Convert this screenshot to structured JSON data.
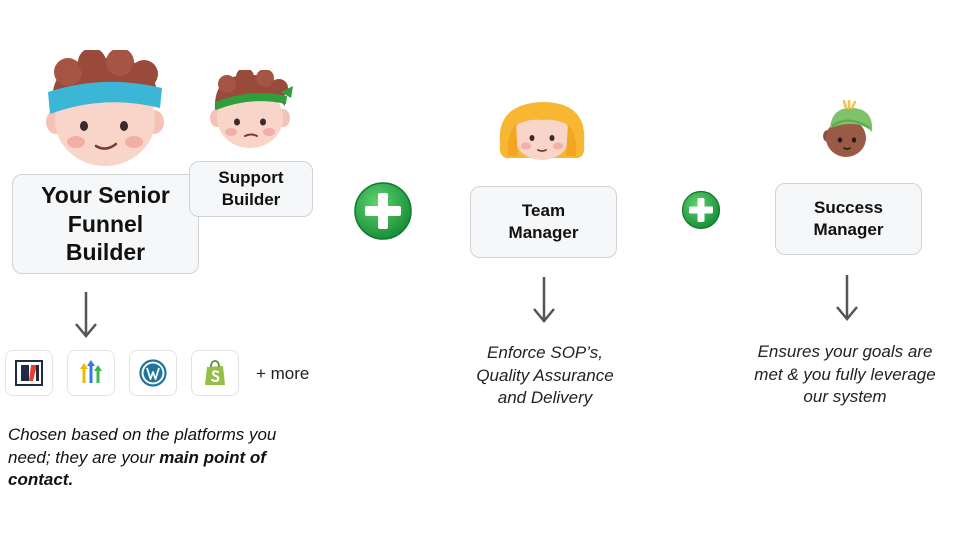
{
  "roles": {
    "senior_builder": {
      "label": [
        "Your Senior",
        "Funnel",
        "Builder"
      ]
    },
    "support_builder": {
      "label": [
        "Support",
        "Builder"
      ]
    },
    "team_manager": {
      "label": [
        "Team",
        "Manager"
      ]
    },
    "success_manager": {
      "label": [
        "Success",
        "Manager"
      ]
    }
  },
  "platforms": {
    "icons": [
      "clickfunnels-logo-icon",
      "highlevel-logo-icon",
      "wordpress-logo-icon",
      "shopify-logo-icon"
    ],
    "more_label": "+ more"
  },
  "captions": {
    "senior_builder": {
      "line1": "Chosen based on the platforms you",
      "line2_prefix": "need; they are your ",
      "line2_bold": "main point of",
      "line3_bold": "contact."
    },
    "team_manager": [
      "Enforce SOP’s,",
      "Quality Assurance",
      "and Delivery"
    ],
    "success_manager": [
      "Ensures your goals are",
      "met & you fully leverage",
      "our system"
    ]
  },
  "colors": {
    "plus_green": "#1aa34a",
    "headband_teal": "#3bb6d6",
    "headband_green": "#2f9e3c",
    "hat_green": "#7cc36a",
    "arrow_gray": "#555555"
  }
}
